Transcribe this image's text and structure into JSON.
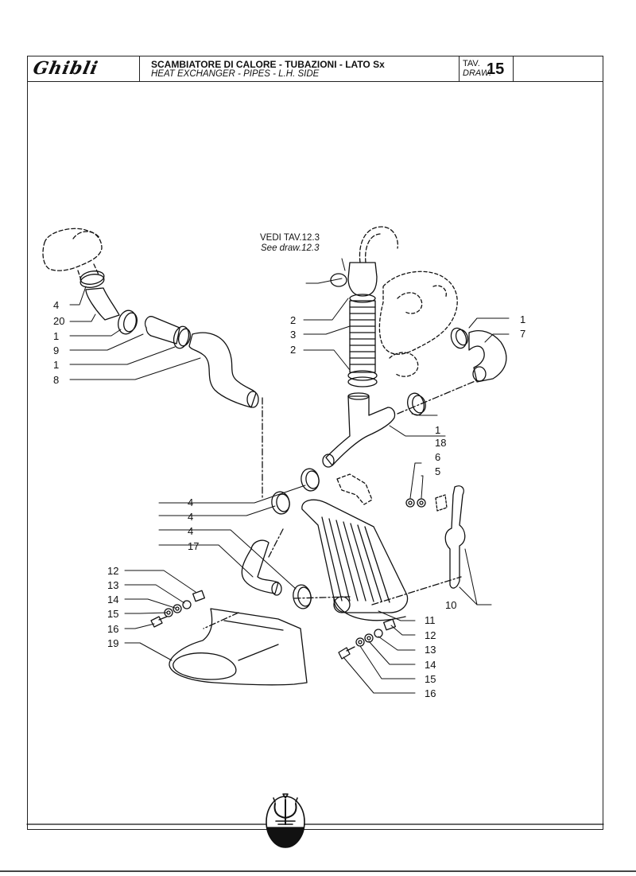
{
  "header": {
    "logo_text": "Ghibli",
    "title_it": "SCAMBIATORE DI CALORE - TUBAZIONI - LATO Sx",
    "title_en": "HEAT EXCHANGER - PIPES - L.H. SIDE",
    "tav_label": "TAV.",
    "draw_label": "DRAW.",
    "draw_number": "15"
  },
  "note": {
    "it": "VEDI TAV.12.3",
    "en": "See draw.12.3"
  },
  "callouts_left": [
    "4",
    "20",
    "1",
    "9",
    "1",
    "8"
  ],
  "callouts_center": [
    "2",
    "3",
    "2"
  ],
  "callouts_right_top": [
    "1",
    "7"
  ],
  "callouts_right_mid": [
    "1",
    "18",
    "6",
    "5"
  ],
  "callouts_mid_left": [
    "4",
    "4",
    "4",
    "17"
  ],
  "callouts_bottom_left": [
    "12",
    "13",
    "14",
    "15",
    "16",
    "19"
  ],
  "callouts_bottom_right": [
    "10",
    "11",
    "12",
    "13",
    "14",
    "15",
    "16"
  ],
  "footer": {
    "logo_icon": "maserati-trident-icon"
  }
}
